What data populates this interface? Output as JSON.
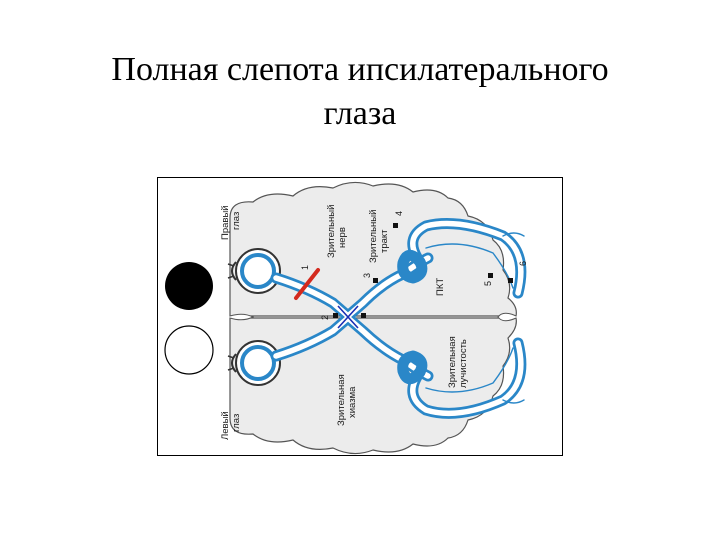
{
  "slide": {
    "title_line1": "Полная слепота ипсилатерального",
    "title_line2": "глаза"
  },
  "figure": {
    "labels": {
      "right_eye": [
        "Правый",
        "глаз"
      ],
      "left_eye": [
        "Левый",
        "глаз"
      ],
      "optic_nerve": [
        "Зрительный",
        "нерв"
      ],
      "optic_tract": [
        "Зрительный",
        "тракт"
      ],
      "chiasm": [
        "Зрительная",
        "хиазма"
      ],
      "lgn": "ПКТ",
      "radiation": [
        "Зрительная",
        "лучистость"
      ]
    },
    "markers": [
      "1",
      "2",
      "3",
      "4",
      "5",
      "6"
    ],
    "visual_fields": {
      "right_eye_field": "blind",
      "left_eye_field": "intact"
    },
    "colors": {
      "pathway": "#2a87c8",
      "lesion": "#d42a1e",
      "crossing": "#1a2fb5",
      "blind_field": "#000000"
    }
  }
}
